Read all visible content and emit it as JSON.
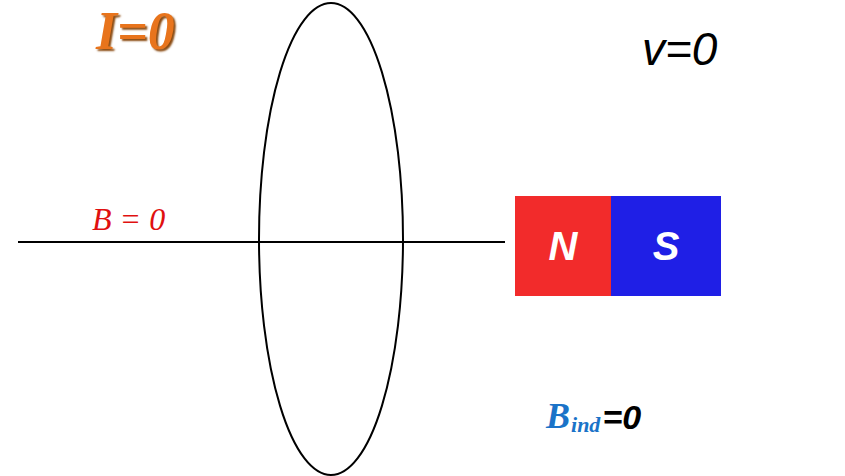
{
  "diagram": {
    "nodes": [
      {
        "text": [
          "N"
        ]
      },
      {
        "text": [
          "S"
        ]
      }
    ],
    "labels": [
      "I=0",
      "v=0",
      "B = 0",
      "B",
      "ind",
      "=0"
    ]
  }
}
